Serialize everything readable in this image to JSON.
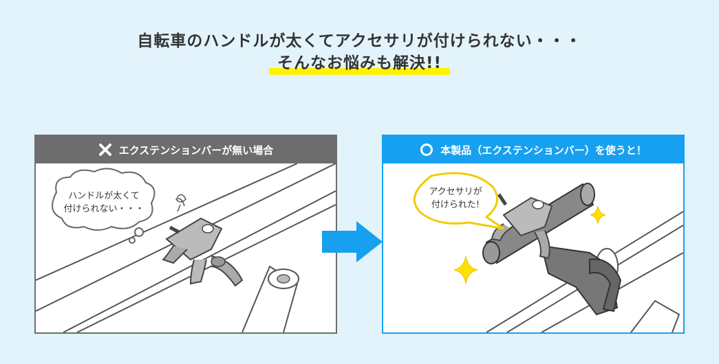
{
  "headline": {
    "line1": "自転車のハンドルが太くてアクセサリが付けられない・・・",
    "line2": "そんなお悩みも解決!!"
  },
  "left_panel": {
    "title": "エクステンションバーが無い場合",
    "bubble_line1": "ハンドルが太くて",
    "bubble_line2": "付けられない・・・"
  },
  "right_panel": {
    "title": "本製品（エクステンションバー）を使うと！",
    "bubble_line1": "アクセサリが",
    "bubble_line2": "付けられた!"
  },
  "colors": {
    "background": "#e3f3fb",
    "left_header": "#6d6d6d",
    "right_header": "#18a0f0",
    "highlight": "#fff200",
    "sparkle": "#ffe000"
  }
}
